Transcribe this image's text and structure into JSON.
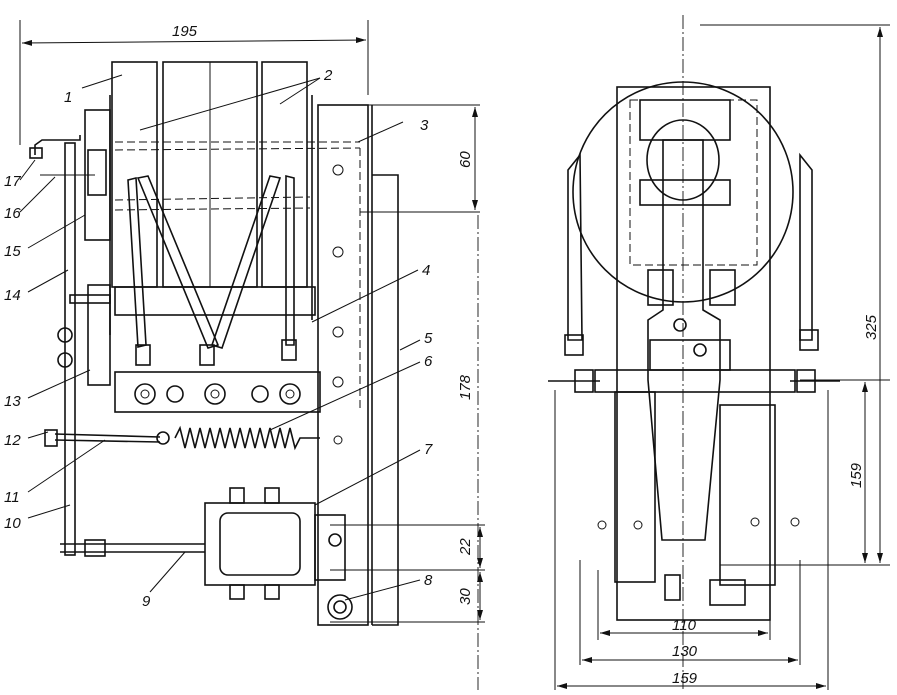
{
  "labels": {
    "p1": "1",
    "p2": "2",
    "p3": "3",
    "p4": "4",
    "p5": "5",
    "p6": "6",
    "p7": "7",
    "p8": "8",
    "p9": "9",
    "p10": "10",
    "p11": "11",
    "p12": "12",
    "p13": "13",
    "p14": "14",
    "p15": "15",
    "p16": "16",
    "p17": "17"
  },
  "dimensions": {
    "width_total": "195",
    "h60": "60",
    "h178": "178",
    "h22": "22",
    "h30": "30",
    "h325": "325",
    "h159v": "159",
    "w110": "110",
    "w130": "130",
    "w159": "159"
  }
}
